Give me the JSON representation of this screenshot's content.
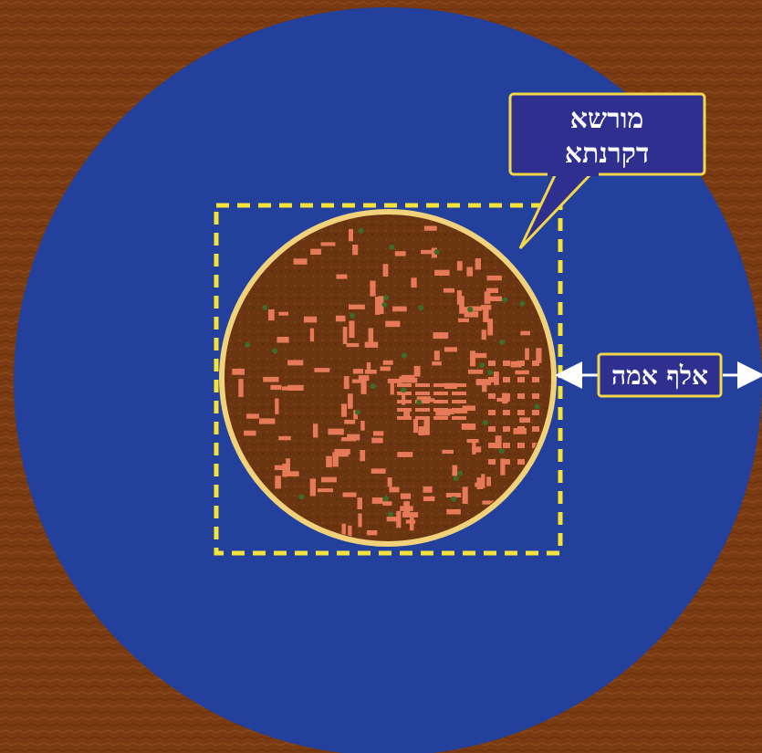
{
  "labels": {
    "callout_line1": "מורשא",
    "callout_line2": "דקרנתא",
    "distance": "אלף אמה"
  },
  "colors": {
    "earth": "#7a3a12",
    "outer_zone": "#22409c",
    "label_box": "#2f2f8f",
    "label_border": "#f3d64a",
    "dashed_square": "#f2e23a",
    "city_border": "#f1d27a",
    "roof": "#e67a58",
    "arrow": "#ffffff"
  }
}
